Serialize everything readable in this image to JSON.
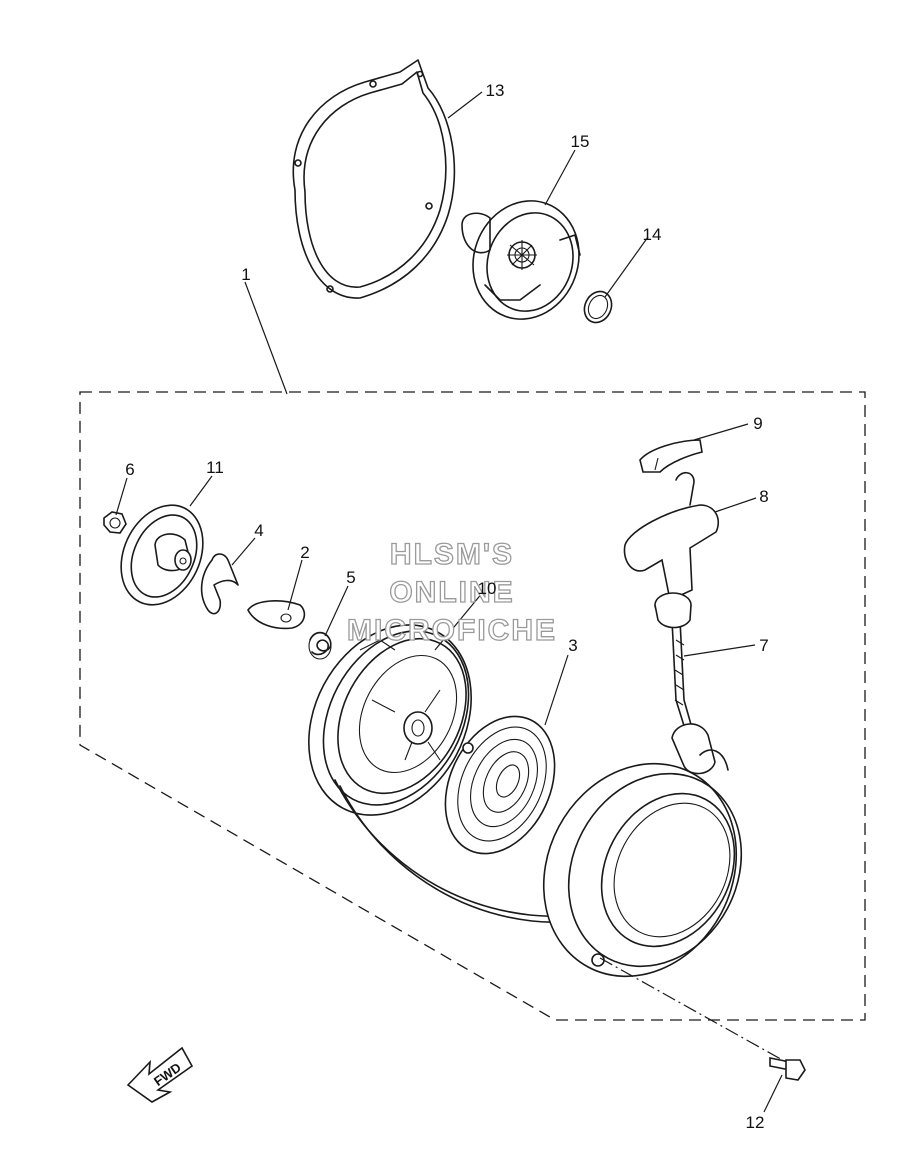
{
  "diagram": {
    "callouts": {
      "c1": "1",
      "c2": "2",
      "c3": "3",
      "c4": "4",
      "c5": "5",
      "c6": "6",
      "c7": "7",
      "c8": "8",
      "c9": "9",
      "c10": "10",
      "c11": "11",
      "c12": "12",
      "c13": "13",
      "c14": "14",
      "c15": "15"
    },
    "watermark": {
      "line1": "HLSM'S",
      "line2": "ONLINE",
      "line3": "MICROFICHE"
    },
    "direction_arrow": {
      "label": "FWD",
      "icon": "fwd-arrow-icon"
    },
    "colors": {
      "line": "#1a1a1a",
      "background": "#ffffff",
      "watermark_stroke": "#9a9a9a"
    }
  }
}
